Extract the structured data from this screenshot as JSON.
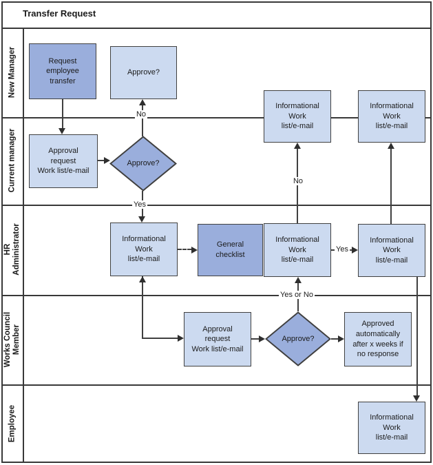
{
  "title": "Transfer Request",
  "lanes": [
    {
      "id": "new-manager",
      "label": "New Manager"
    },
    {
      "id": "current-manager",
      "label": "Current manager"
    },
    {
      "id": "hr-administrator",
      "label": "HR\nAdministrator"
    },
    {
      "id": "works-council-member",
      "label": "Works Council\nMember"
    },
    {
      "id": "employee",
      "label": "Employee"
    }
  ],
  "nodes": {
    "request_transfer": {
      "label": "Request\nemployee\ntransfer",
      "type": "process",
      "fill": "dark"
    },
    "approve_new_manager": {
      "label": "Approve?",
      "type": "process",
      "fill": "light"
    },
    "approval_request_current": {
      "label": "Approval\nrequest\nWork list/e-mail",
      "type": "process",
      "fill": "light"
    },
    "approve_current_manager": {
      "label": "Approve?",
      "type": "decision",
      "fill": "dark"
    },
    "info_top_left": {
      "label": "Informational\nWork\nlist/e-mail",
      "type": "process",
      "fill": "light"
    },
    "info_top_right": {
      "label": "Informational\nWork\nlist/e-mail",
      "type": "process",
      "fill": "light"
    },
    "info_hr_1": {
      "label": "Informational\nWork\nlist/e-mail",
      "type": "process",
      "fill": "light"
    },
    "general_checklist": {
      "label": "General\nchecklist",
      "type": "process",
      "fill": "dark"
    },
    "info_hr_2": {
      "label": "Informational\nWork\nlist/e-mail",
      "type": "process",
      "fill": "light"
    },
    "info_hr_3": {
      "label": "Informational\nWork\nlist/e-mail",
      "type": "process",
      "fill": "light"
    },
    "approval_request_council": {
      "label": "Approval\nrequest\nWork list/e-mail",
      "type": "process",
      "fill": "light"
    },
    "approve_council": {
      "label": "Approve?",
      "type": "decision",
      "fill": "dark"
    },
    "approved_auto": {
      "label": "Approved\nautomatically\nafter x weeks if\nno response",
      "type": "process",
      "fill": "light"
    },
    "info_employee": {
      "label": "Informational\nWork\nlist/e-mail",
      "type": "process",
      "fill": "light"
    }
  },
  "edge_labels": {
    "no_current_manager": "No",
    "yes_current_manager": "Yes",
    "no_to_info_top_left": "No",
    "yes_between_hr_info": "Yes",
    "yes_or_no_council": "Yes or No"
  },
  "colors": {
    "dark_node_fill": "#9AAEDC",
    "light_node_fill": "#CCDAF0",
    "node_border": "#3F3F3F",
    "connector": "#3F3F3F",
    "text": "#1A1A1A",
    "background": "#FFFFFF"
  }
}
